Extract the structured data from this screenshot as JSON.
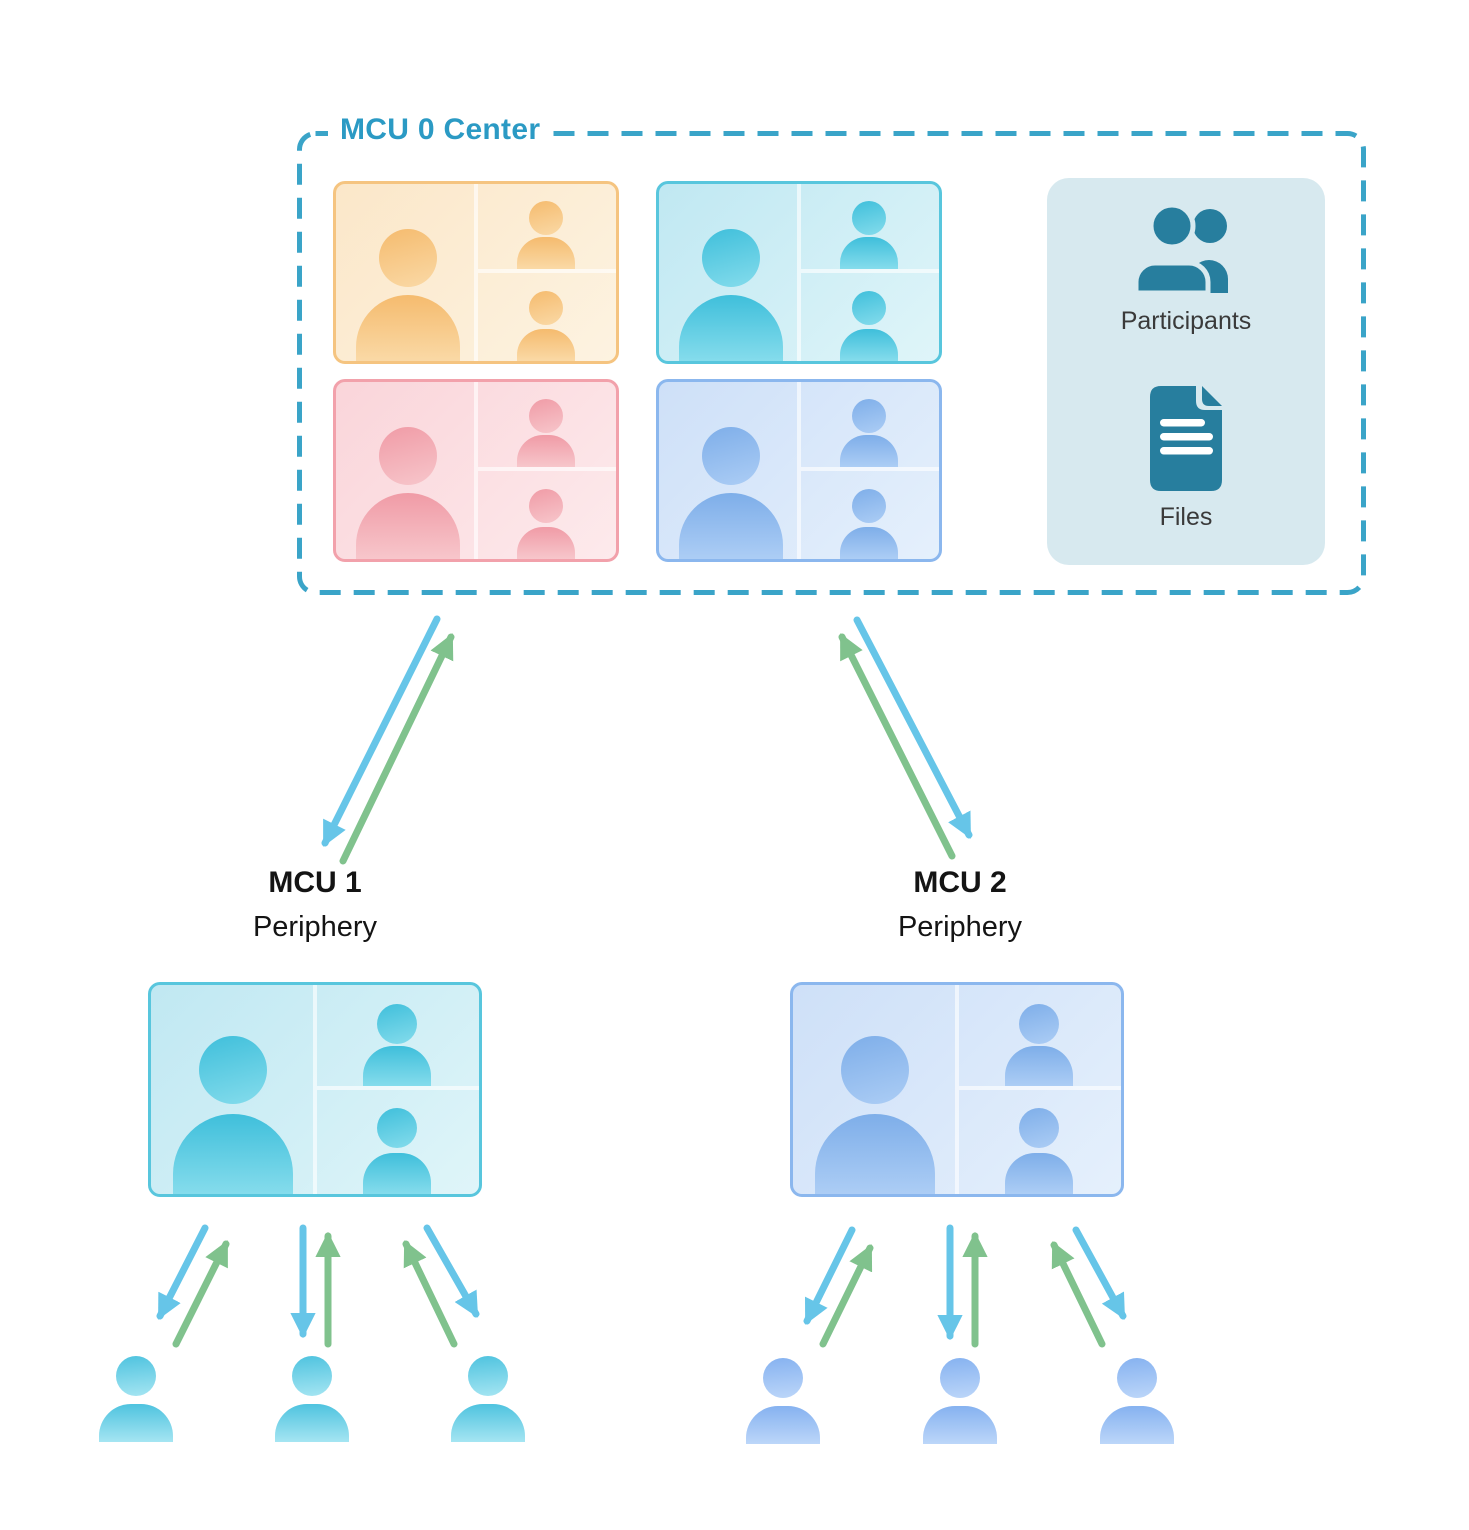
{
  "center": {
    "label": "MCU 0 Center",
    "screens": [
      {
        "variant": "amber"
      },
      {
        "variant": "cyan"
      },
      {
        "variant": "pink"
      },
      {
        "variant": "blue"
      }
    ],
    "panel": {
      "participants_label": "Participants",
      "files_label": "Files"
    }
  },
  "peripheries": [
    {
      "name": "MCU 1",
      "subtitle": "Periphery",
      "screen_variant": "cyan",
      "user_count": 3
    },
    {
      "name": "MCU 2",
      "subtitle": "Periphery",
      "screen_variant": "blue",
      "user_count": 3
    }
  ],
  "colors": {
    "outline_teal": "#3AA4C8",
    "title_teal": "#2B9AC4",
    "down_arrow_blue": "#66C5E8",
    "up_arrow_green": "#80C28D",
    "panel_background": "#D7E9EF",
    "panel_icon_teal": "#277E9E",
    "screen_amber": "#F5C480",
    "screen_cyan": "#58C6DD",
    "screen_pink": "#F2A1AB",
    "screen_blue": "#8BB7EE"
  }
}
